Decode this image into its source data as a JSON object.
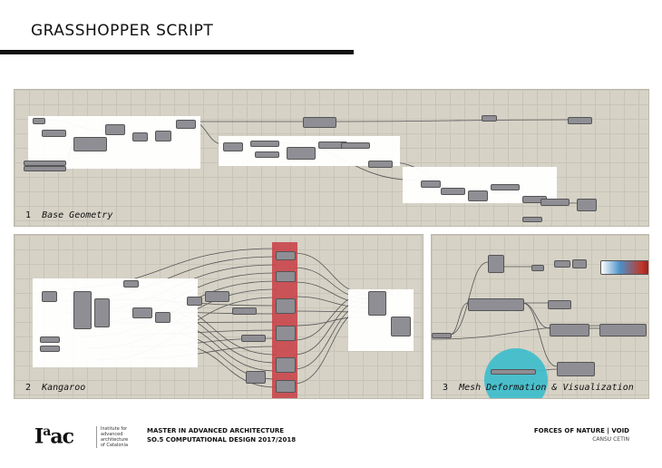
{
  "title": "GRASSHOPPER SCRIPT",
  "panels": [
    {
      "number": "1",
      "label": "Base Geometry"
    },
    {
      "number": "2",
      "label": "Kangaroo"
    },
    {
      "number": "3",
      "label": "Mesh Deformation & Visualization"
    }
  ],
  "footer": {
    "logo": "Iaac",
    "institute": [
      "Institute for",
      "advanced",
      "architecture",
      "of Catalonia"
    ],
    "program": "MASTER IN ADVANCED ARCHITECTURE",
    "course": "SO.5 COMPUTATIONAL DESIGN 2017/2018",
    "project": "FORCES OF NATURE |  VOID",
    "author": "CANSU CETIN"
  },
  "colors": {
    "canvas": "#d6d2c6",
    "node": "#8e8e94",
    "highlight_red": "#c9454a",
    "highlight_cyan": "#3bbccc"
  }
}
